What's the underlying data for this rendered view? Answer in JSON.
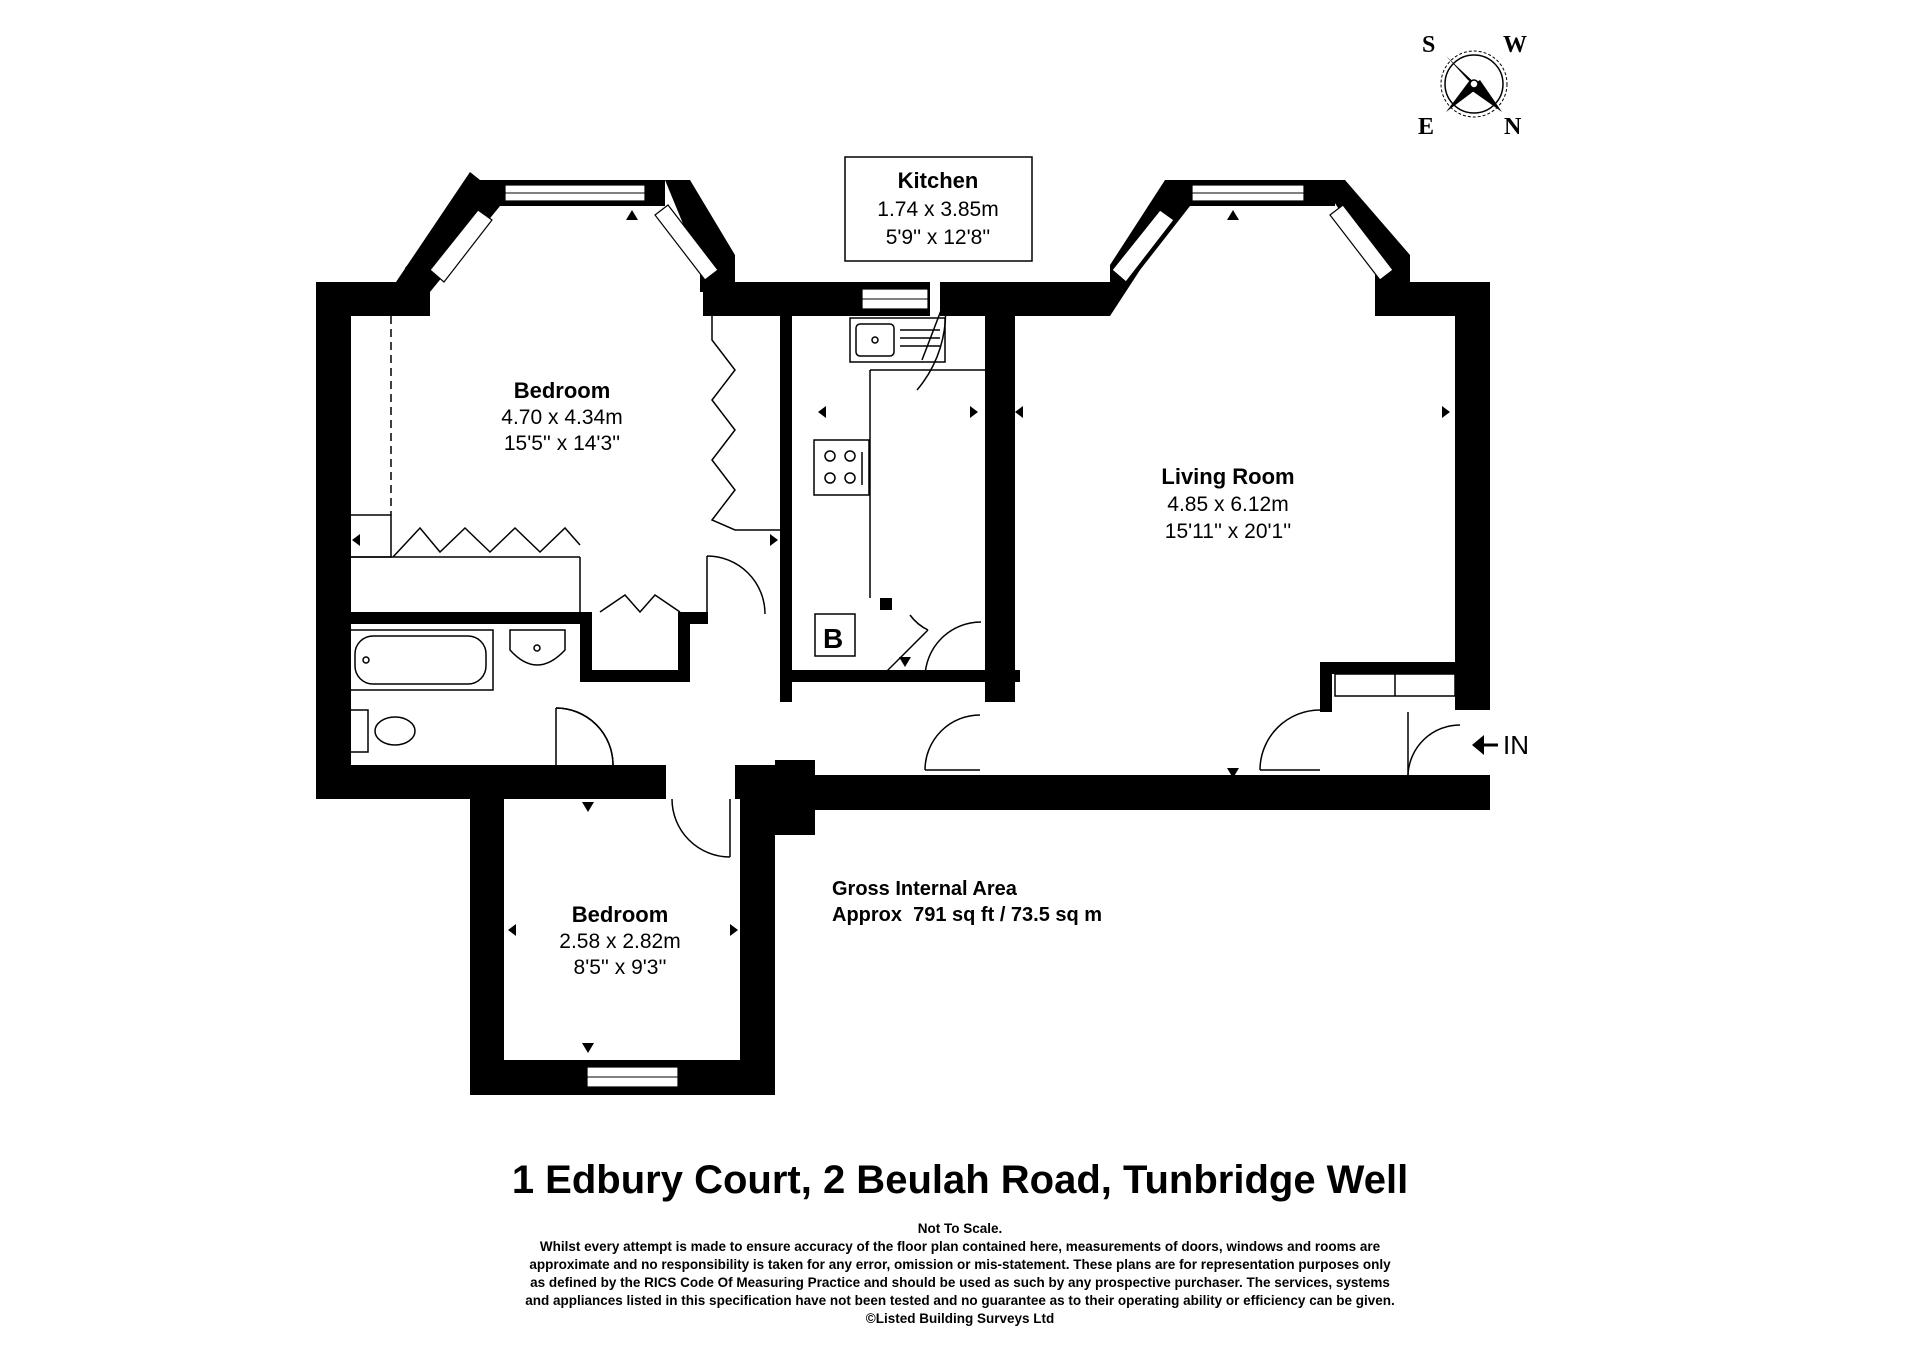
{
  "compass": {
    "top_left": "S",
    "top_right": "W",
    "bottom_left": "E",
    "bottom_right": "N"
  },
  "rooms": {
    "kitchen": {
      "name": "Kitchen",
      "metric": "1.74 x 3.85m",
      "imperial": "5'9'' x 12'8''"
    },
    "bedroom_main": {
      "name": "Bedroom",
      "metric": "4.70 x 4.34m",
      "imperial": "15'5'' x 14'3''"
    },
    "living_room": {
      "name": "Living Room",
      "metric": "4.85 x 6.12m",
      "imperial": "15'11'' x 20'1''"
    },
    "bedroom_small": {
      "name": "Bedroom",
      "metric": "2.58 x 2.82m",
      "imperial": "8'5'' x 9'3''"
    }
  },
  "boiler_label": "B",
  "entrance_label": "IN",
  "gross_area": {
    "label": "Gross Internal Area",
    "value": "Approx  791 sq ft / 73.5 sq m"
  },
  "address": "1 Edbury Court, 2 Beulah Road, Tunbridge Well",
  "disclaimer": {
    "not_to_scale": "Not To Scale.",
    "lines": [
      "Whilst every attempt is made to ensure accuracy of the floor plan contained here, measurements of doors, windows and rooms are",
      "approximate and no responsibility is taken for any error, omission or mis-statement. These plans are for representation purposes only",
      "as defined by the RICS Code Of Measuring Practice and should be used as such by any prospective purchaser. The services, systems",
      "and appliances listed in this specification have not been tested and no guarantee as to their operating ability or efficiency can be given."
    ],
    "copyright": "©Listed Building Surveys Ltd"
  }
}
